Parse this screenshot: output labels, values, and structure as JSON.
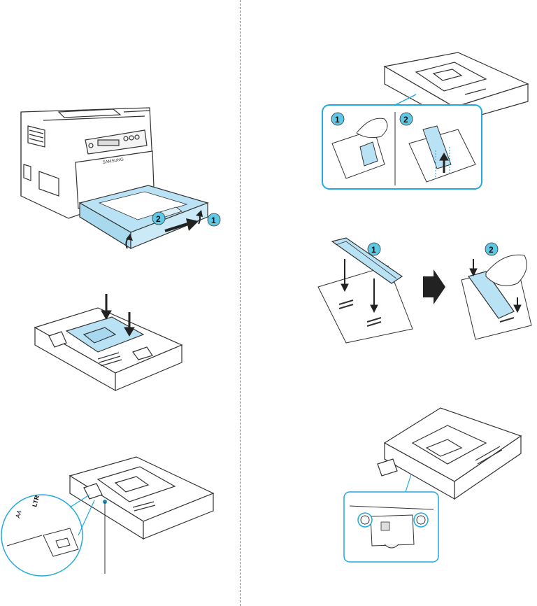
{
  "page": {
    "title": ""
  },
  "colors": {
    "accent": "#5ec8e5",
    "accent_fill": "#b9e2f4",
    "accent_border": "#22a9dd",
    "line": "#333333",
    "arrow": "#222222",
    "bg": "#ffffff"
  },
  "labels": {
    "printer_brand": "SAMSUNG",
    "tray_size_label_1": "A4",
    "tray_size_label_2": "LTR"
  },
  "steps": {
    "printer_step_1": "1",
    "printer_step_2": "2",
    "guide_detail_step_1": "1",
    "guide_detail_step_2": "2",
    "guide_insert_step_1": "1",
    "guide_insert_step_2": "2"
  },
  "icons": [
    "printer-illustration",
    "tray-pull-arrow-icon",
    "press-down-arrow-icon",
    "lift-up-arrow-icon",
    "next-step-arrow-icon",
    "leader-line-icon",
    "paper-tray-illustration",
    "guide-detail-callout"
  ]
}
